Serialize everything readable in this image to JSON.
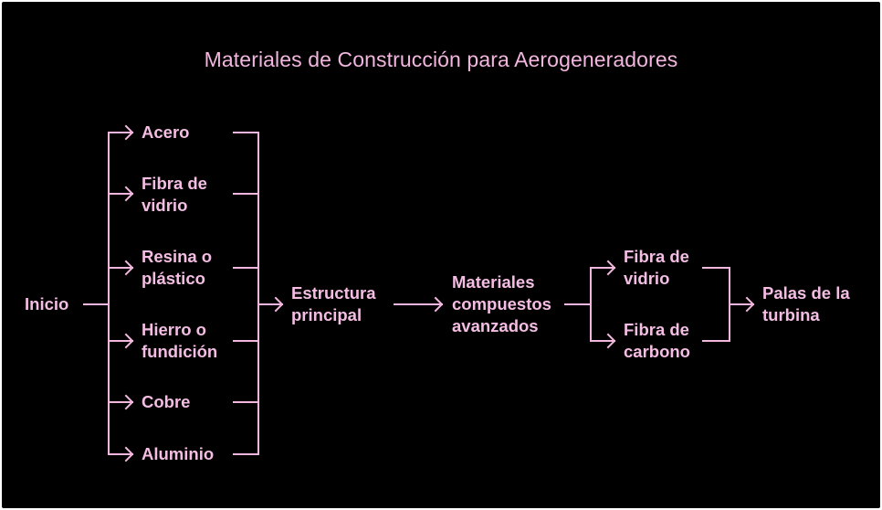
{
  "diagram": {
    "title": "Materiales de Construcción para Aerogeneradores",
    "nodes": {
      "inicio": "Inicio",
      "materials": [
        [
          "Acero"
        ],
        [
          "Fibra de",
          "vidrio"
        ],
        [
          "Resina o",
          "plástico"
        ],
        [
          "Hierro o",
          "fundición"
        ],
        [
          "Cobre"
        ],
        [
          "Aluminio"
        ]
      ],
      "estructura": [
        "Estructura",
        "principal"
      ],
      "compuestos": [
        "Materiales",
        "compuestos",
        "avanzados"
      ],
      "fibra_vidrio": [
        "Fibra de",
        "vidrio"
      ],
      "fibra_carbono": [
        "Fibra de",
        "carbono"
      ],
      "palas": [
        "Palas de la",
        "turbina"
      ]
    },
    "colors": {
      "background": "#000000",
      "stroke": "#f2b6df",
      "text": "#f4bde3"
    }
  }
}
